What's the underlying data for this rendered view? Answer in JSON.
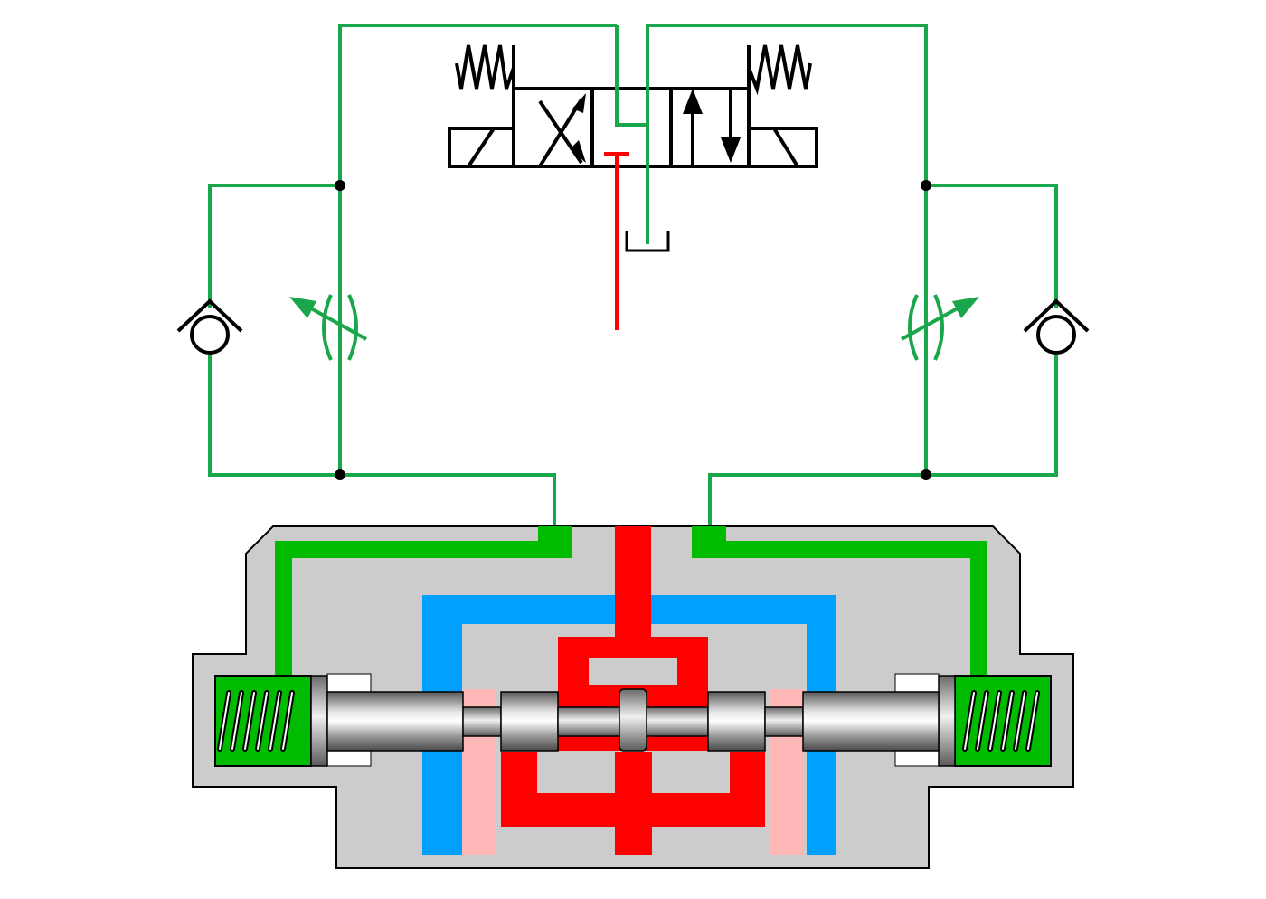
{
  "diagram": {
    "type": "hydraulic-schematic",
    "description_visible_text": [],
    "colors": {
      "pilot_line": "#1aa64a",
      "pilot_fill": "#00bb00",
      "pressure": "#ff0000",
      "tank_return": "#00a0ff",
      "spool_port_pink": "#ffb8b8",
      "body_gray": "#cccccc",
      "outline": "#000000"
    },
    "components": [
      "pilot-valve-4-3-solenoid",
      "left-spring",
      "right-spring",
      "left-check-valve",
      "right-check-valve",
      "left-adjustable-throttle",
      "right-adjustable-throttle",
      "pressure-line",
      "tank-symbol",
      "main-valve-body",
      "main-spool",
      "left-spring-chamber",
      "right-spring-chamber"
    ]
  }
}
